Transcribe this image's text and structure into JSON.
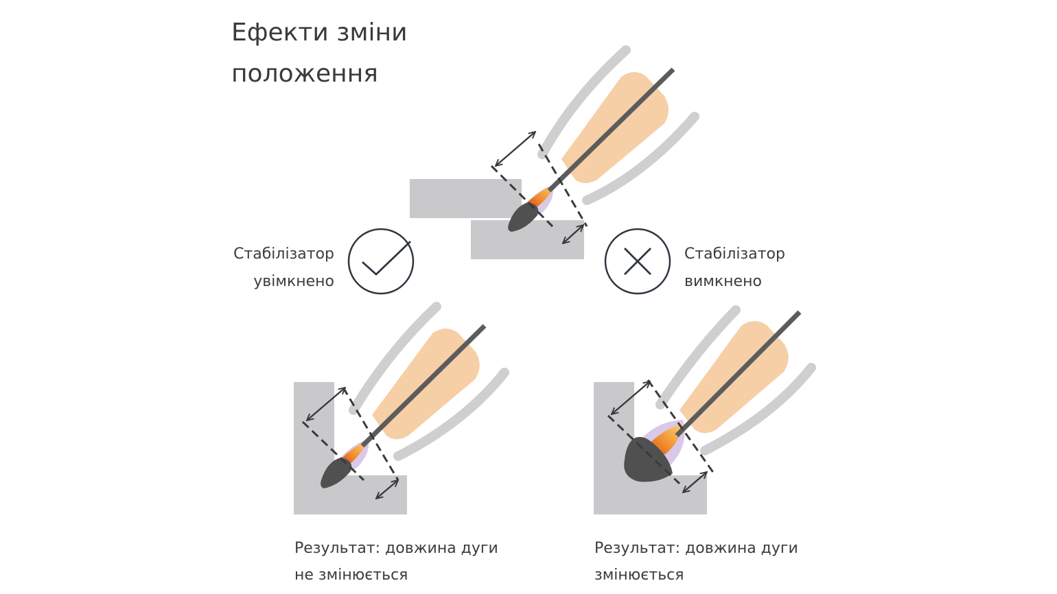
{
  "title": {
    "line1": "Ефекти зміни",
    "line2": "положення"
  },
  "stabilizer_on": {
    "line1": "Стабілізатор",
    "line2": "увімкнено",
    "icon": "check-icon"
  },
  "stabilizer_off": {
    "line1": "Стабілізатор",
    "line2": "вимкнено",
    "icon": "cross-icon"
  },
  "result_left": {
    "line1": "Результат: довжина дуги",
    "line2": "не змінюється"
  },
  "result_right": {
    "line1": "Результат: довжина дуги",
    "line2": "змінюється"
  },
  "colors": {
    "plate": "#c9c8cb",
    "glove": "#f6cfa6",
    "finger": "#cfcfcf",
    "electrode": "#5c5c5c",
    "weld_pool": "#505050",
    "icon_stroke": "#2f3640"
  }
}
